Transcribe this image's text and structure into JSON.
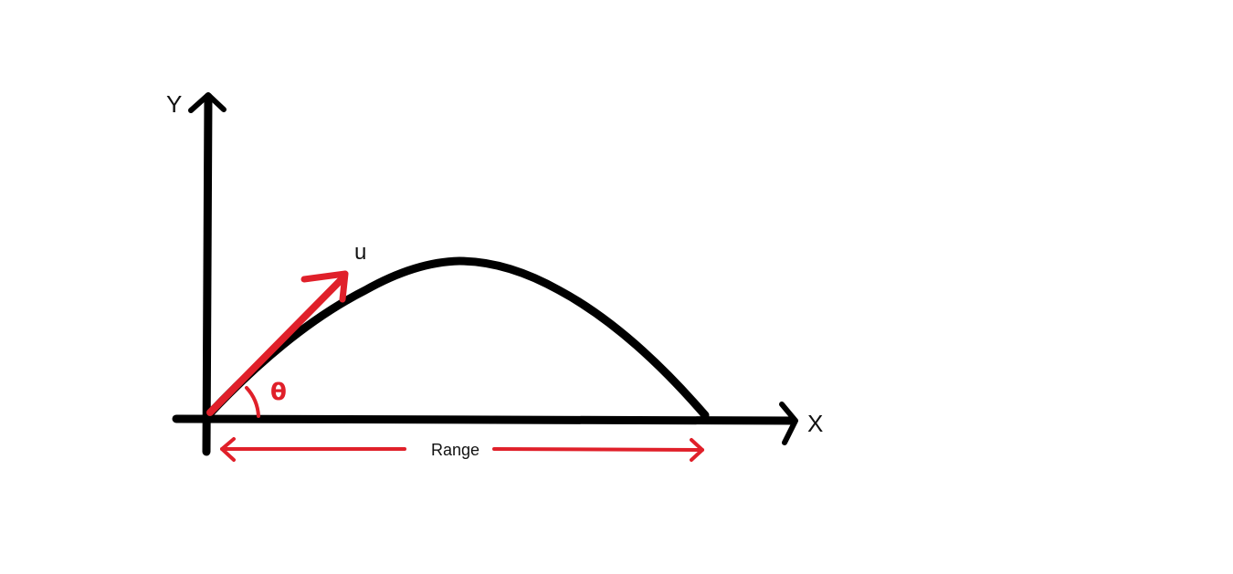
{
  "diagram": {
    "axis_x_label": "X",
    "axis_y_label": "Y",
    "velocity_label": "u",
    "angle_label": "θ",
    "range_label": "Range",
    "colors": {
      "axes": "#000000",
      "trajectory": "#000000",
      "annotations": "#e0202a",
      "text": "#111111",
      "background": "#ffffff"
    }
  }
}
